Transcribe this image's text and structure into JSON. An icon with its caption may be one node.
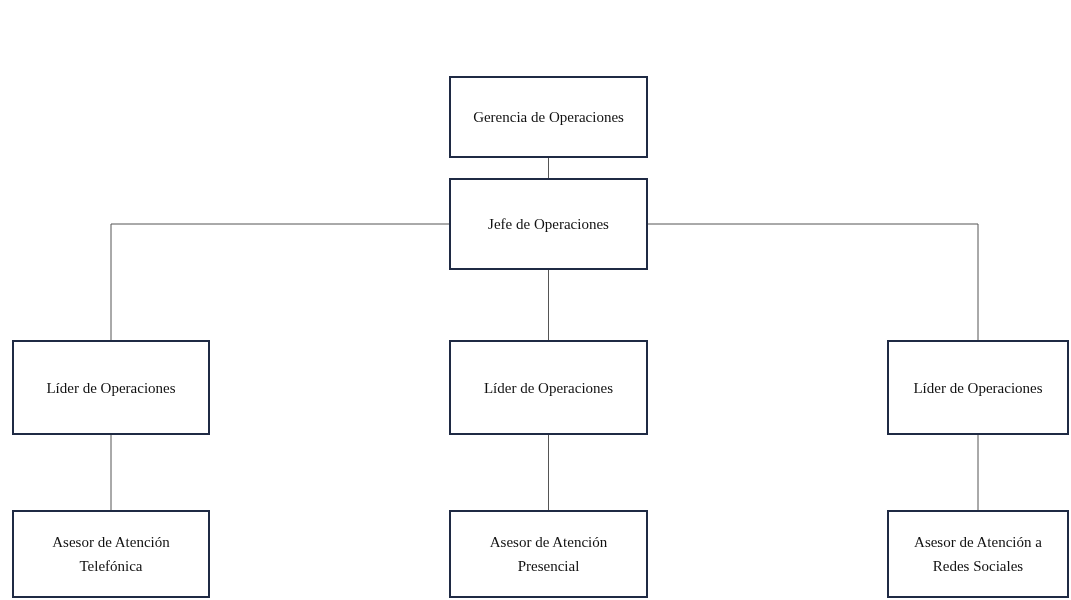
{
  "diagram": {
    "nodes": [
      {
        "text": [
          "Gerencia de Operaciones"
        ]
      },
      {
        "text": [
          "Jefe de Operaciones"
        ]
      },
      {
        "text": [
          "Líder de Operaciones"
        ]
      },
      {
        "text": [
          "Líder de Operaciones"
        ]
      },
      {
        "text": [
          "Líder de Operaciones"
        ]
      },
      {
        "text": [
          "Asesor de Atención Telefónica"
        ]
      },
      {
        "text": [
          "Asesor de Atención Presencial"
        ]
      },
      {
        "text": [
          "Asesor de Atención a Redes Sociales"
        ]
      }
    ],
    "edges": [
      {
        "from": 0,
        "to": 1,
        "arrow": "none"
      },
      {
        "from": 1,
        "to": 2,
        "arrow": "none"
      },
      {
        "from": 1,
        "to": 3,
        "arrow": "none"
      },
      {
        "from": 1,
        "to": 4,
        "arrow": "none"
      },
      {
        "from": 2,
        "to": 5,
        "arrow": "none"
      },
      {
        "from": 3,
        "to": 6,
        "arrow": "none"
      },
      {
        "from": 4,
        "to": 7,
        "arrow": "none"
      }
    ]
  }
}
